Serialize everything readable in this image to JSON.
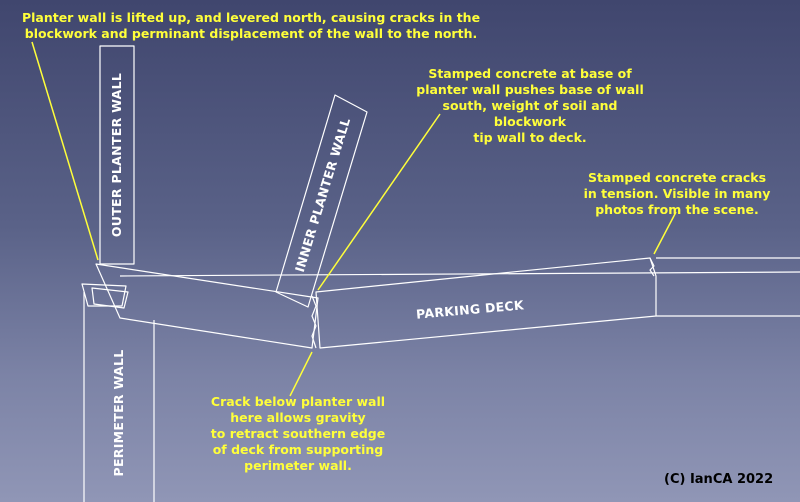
{
  "annotations": {
    "planter_lifted": "Planter wall is lifted up, and levered north, causing cracks in the\nblockwork and perminant displacement of the wall to the north.",
    "stamped_pushes": "Stamped concrete at base of\nplanter wall pushes base of wall\nsouth, weight of soil and blockwork\ntip wall to deck.",
    "stamped_cracks": "Stamped concrete cracks\nin tension. Visible in many\nphotos from the scene.",
    "crack_below": "Crack below planter wall\nhere allows gravity\nto retract southern edge\nof deck from supporting\nperimeter wall."
  },
  "labels": {
    "outer_planter_wall": "OUTER PLANTER WALL",
    "inner_planter_wall": "INNER PLANTER WALL",
    "parking_deck": "PARKING DECK",
    "perimeter_wall": "PERIMETER WALL"
  },
  "copyright": "(C) IanCA 2022",
  "colors": {
    "annotation_text": "#ffff3a",
    "structure_lines": "#ffffff",
    "leader_lines": "#ffff3a",
    "copyright_text": "#000000"
  }
}
